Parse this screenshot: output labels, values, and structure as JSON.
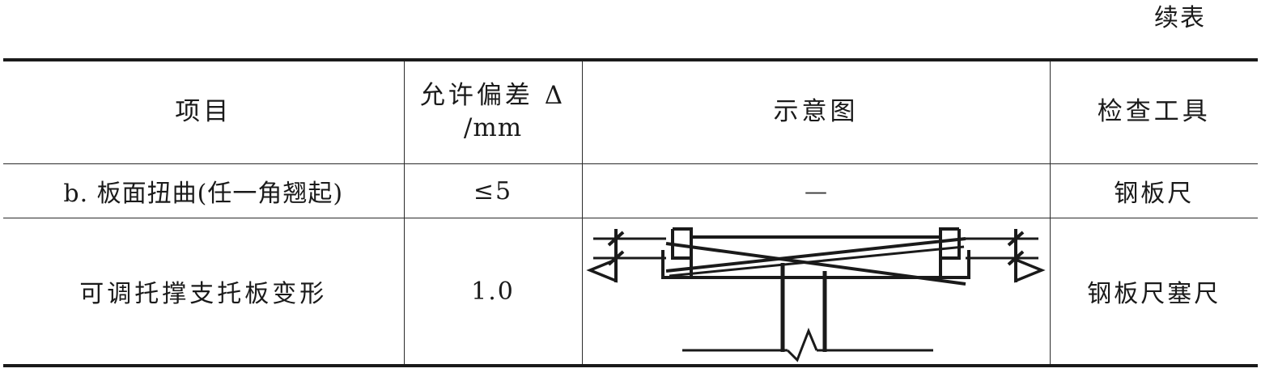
{
  "document": {
    "continued_label": "续表"
  },
  "table": {
    "columns": [
      {
        "key": "item",
        "header": "项目"
      },
      {
        "key": "dev",
        "header_line1": "允许偏差 Δ",
        "header_line2": "/mm"
      },
      {
        "key": "diagram",
        "header": "示意图"
      },
      {
        "key": "tool",
        "header": "检查工具"
      }
    ],
    "rows": [
      {
        "item": "b. 板面扭曲(任一角翘起)",
        "deviation": "≤5",
        "diagram": "—",
        "diagram_type": "dash",
        "tool": "钢板尺"
      },
      {
        "item": "可调托撑支托板变形",
        "deviation": "1.0",
        "diagram": "",
        "diagram_type": "bracket-deformation-drawing",
        "tool": "钢板尺塞尺"
      }
    ]
  },
  "diagram": {
    "name": "adjustable-support-bracket-deformation",
    "elements": [
      "left-elevation-marker",
      "right-elevation-marker",
      "u-shaped-bracket-plate",
      "crossed-deformation-lines",
      "two-vertical-posts",
      "ground-line-with-break-symbol"
    ],
    "stroke_color": "#1a1a1a"
  }
}
